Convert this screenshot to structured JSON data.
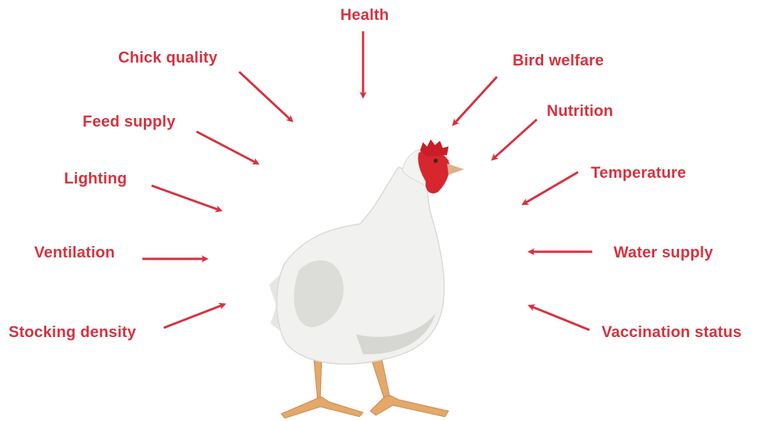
{
  "colors": {
    "accent": "#d6323f",
    "body": "#f1f1ef",
    "shade": "#cfd0cd",
    "comb": "#d7262d",
    "legs": "#e3a86a"
  },
  "icons": {
    "subject": "chicken-illustration"
  },
  "factors": [
    {
      "id": "health",
      "label": "Health"
    },
    {
      "id": "chick-quality",
      "label": "Chick quality"
    },
    {
      "id": "bird-welfare",
      "label": "Bird welfare"
    },
    {
      "id": "feed-supply",
      "label": "Feed supply"
    },
    {
      "id": "nutrition",
      "label": "Nutrition"
    },
    {
      "id": "lighting",
      "label": "Lighting"
    },
    {
      "id": "temperature",
      "label": "Temperature"
    },
    {
      "id": "ventilation",
      "label": "Ventilation"
    },
    {
      "id": "water-supply",
      "label": "Water supply"
    },
    {
      "id": "stocking-density",
      "label": "Stocking density"
    },
    {
      "id": "vaccination-status",
      "label": "Vaccination status"
    }
  ]
}
